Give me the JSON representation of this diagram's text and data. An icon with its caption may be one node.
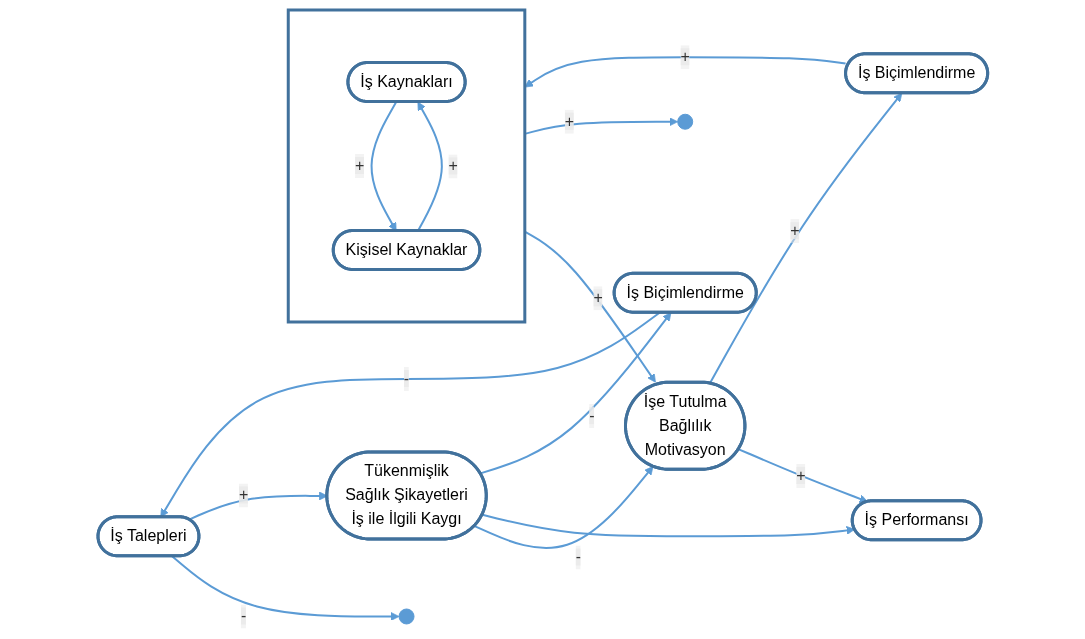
{
  "diagram": {
    "nodes": [
      {
        "text": [],
        "shape": "box"
      },
      {
        "text": [
          "İş Kaynakları"
        ],
        "in": 0
      },
      {
        "text": [
          "Kişisel Kaynaklar"
        ],
        "in": 0
      },
      {
        "text": [
          "İş Biçimlendirme"
        ]
      },
      {
        "text": [
          "İşe Tutulma",
          "Bağlılık",
          "Motivasyon"
        ]
      },
      {
        "text": [
          "İş Performansı"
        ]
      },
      {
        "text": [
          "İş Talepleri"
        ]
      },
      {
        "text": [
          "Tükenmişlik",
          "Sağlık Şikayetleri",
          "İş ile İlgili Kaygı"
        ]
      },
      {
        "text": [
          "İş Biçimlendirme"
        ]
      }
    ],
    "edges": [
      {
        "from": 1,
        "to": 2,
        "arrow": "to",
        "label": "+"
      },
      {
        "from": 2,
        "to": 1,
        "arrow": "to",
        "label": "+"
      },
      {
        "from": 0,
        "to": 4,
        "arrow": "to",
        "label": "+"
      },
      {
        "from": 6,
        "to": null,
        "arrow": "to",
        "label": "-"
      },
      {
        "from": 0,
        "to": null,
        "arrow": "to",
        "label": "+"
      },
      {
        "from": 6,
        "to": 7,
        "arrow": "to",
        "label": "+"
      },
      {
        "from": 7,
        "to": 4,
        "arrow": "to",
        "label": "-"
      },
      {
        "from": 4,
        "to": 5,
        "arrow": "to",
        "label": "+"
      },
      {
        "from": 7,
        "to": 5,
        "arrow": "to"
      },
      {
        "from": 4,
        "to": 3,
        "arrow": "to",
        "label": "+"
      },
      {
        "from": 3,
        "to": 0,
        "arrow": "to",
        "label": "+"
      },
      {
        "from": 7,
        "to": 8,
        "arrow": "to",
        "label": "-"
      },
      {
        "from": 8,
        "to": 6,
        "arrow": "to",
        "label": "-"
      }
    ]
  }
}
